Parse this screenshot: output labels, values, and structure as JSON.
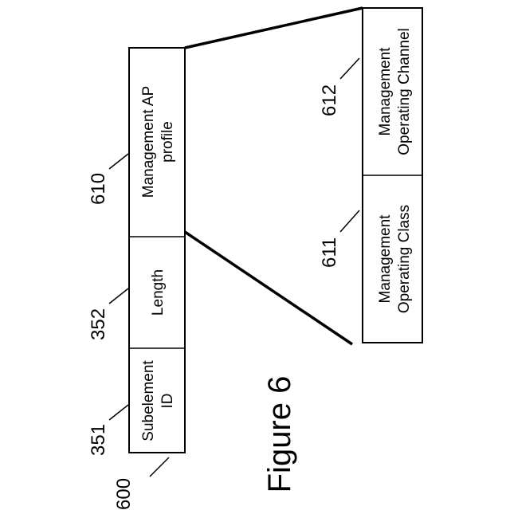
{
  "figure": {
    "caption": "Figure 6",
    "ref_overall": "600"
  },
  "row_top": {
    "cells": [
      {
        "ref": "351",
        "lines": [
          "Subelement",
          "ID"
        ]
      },
      {
        "ref": "352",
        "lines": [
          "Length"
        ]
      },
      {
        "ref": "610",
        "lines": [
          "Management AP",
          "profile"
        ]
      }
    ]
  },
  "row_bottom": {
    "cells": [
      {
        "ref": "611",
        "lines": [
          "Management",
          "Operating Class"
        ]
      },
      {
        "ref": "612",
        "lines": [
          "Management",
          "Operating Channel"
        ]
      }
    ]
  }
}
